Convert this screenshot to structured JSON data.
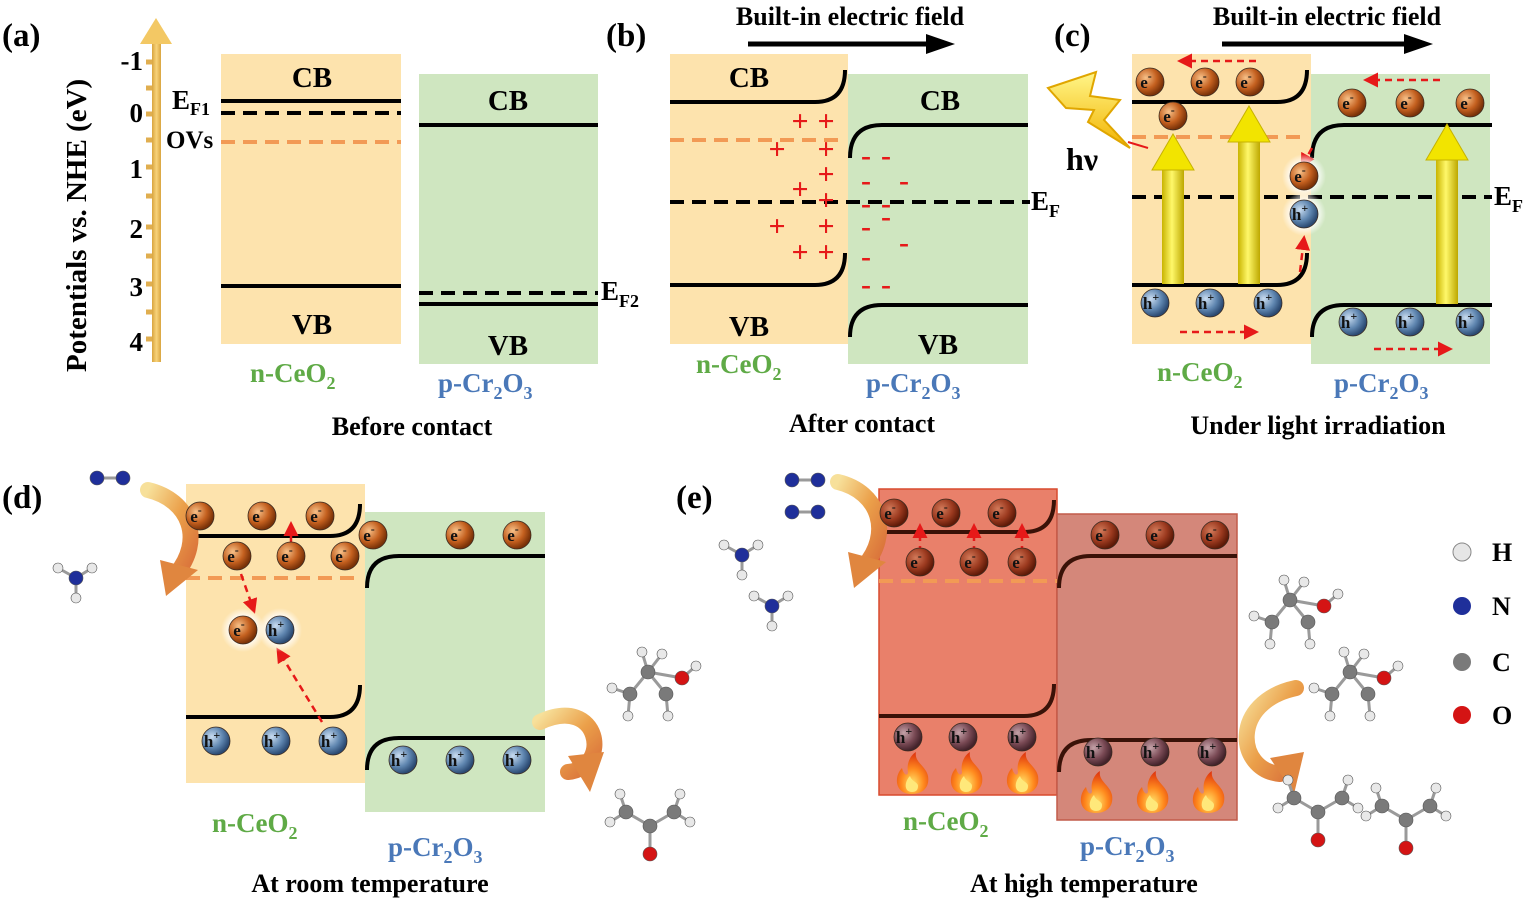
{
  "panels": {
    "a": {
      "letter": "(a)",
      "axis_label": "Potentials vs. NHE (eV)",
      "ticks": [
        "-1",
        "0",
        "1",
        "2",
        "3",
        "4"
      ],
      "cb": "CB",
      "vb": "VB",
      "ef1_main": "E",
      "ef1_sub": "F1",
      "ovs": "OVs",
      "ef2_main": "E",
      "ef2_sub": "F2",
      "ceo2_main": "n-CeO",
      "ceo2_sub": "2",
      "cr_main": "p-Cr",
      "cr_sub1": "2",
      "cr_mid": "O",
      "cr_sub2": "3",
      "caption": "Before contact"
    },
    "b": {
      "letter": "(b)",
      "field": "Built-in electric field",
      "cb": "CB",
      "vb": "VB",
      "ef_main": "E",
      "ef_sub": "F",
      "plus": "+",
      "minus": "-",
      "ceo2_main": "n-CeO",
      "ceo2_sub": "2",
      "cr_main": "p-Cr",
      "cr_sub1": "2",
      "cr_mid": "O",
      "cr_sub2": "3",
      "caption": "After contact"
    },
    "c": {
      "letter": "(c)",
      "field": "Built-in electric field",
      "hv": "hν",
      "ef_main": "E",
      "ef_sub": "F",
      "ceo2_main": "n-CeO",
      "ceo2_sub": "2",
      "cr_main": "p-Cr",
      "cr_sub1": "2",
      "cr_mid": "O",
      "cr_sub2": "3",
      "caption": "Under light irradiation"
    },
    "d": {
      "letter": "(d)",
      "ceo2_main": "n-CeO",
      "ceo2_sub": "2",
      "cr_main": "p-Cr",
      "cr_sub1": "2",
      "cr_mid": "O",
      "cr_sub2": "3",
      "caption": "At room temperature"
    },
    "e": {
      "letter": "(e)",
      "ceo2_main": "n-CeO",
      "ceo2_sub": "2",
      "cr_main": "p-Cr",
      "cr_sub1": "2",
      "cr_mid": "O",
      "cr_sub2": "3",
      "caption": "At high temperature"
    }
  },
  "carriers": {
    "electron_main": "e",
    "electron_sup": "-",
    "hole_main": "h",
    "hole_sup": "+"
  },
  "legend": [
    {
      "symbol": "H",
      "color": "#e6e6e6"
    },
    {
      "symbol": "N",
      "color": "#1f2f9a"
    },
    {
      "symbol": "C",
      "color": "#7a7a7a"
    },
    {
      "symbol": "O",
      "color": "#d41414"
    }
  ],
  "colors": {
    "ceo2_fill": "#fde3ad",
    "cr_fill": "#cfe6c0",
    "hot_left": "#e9806a",
    "hot_right": "#d4877a",
    "ov_line": "#f29a55",
    "label_green": "#5faa46",
    "label_blue": "#4a78b8",
    "charge_red": "#e61919"
  }
}
